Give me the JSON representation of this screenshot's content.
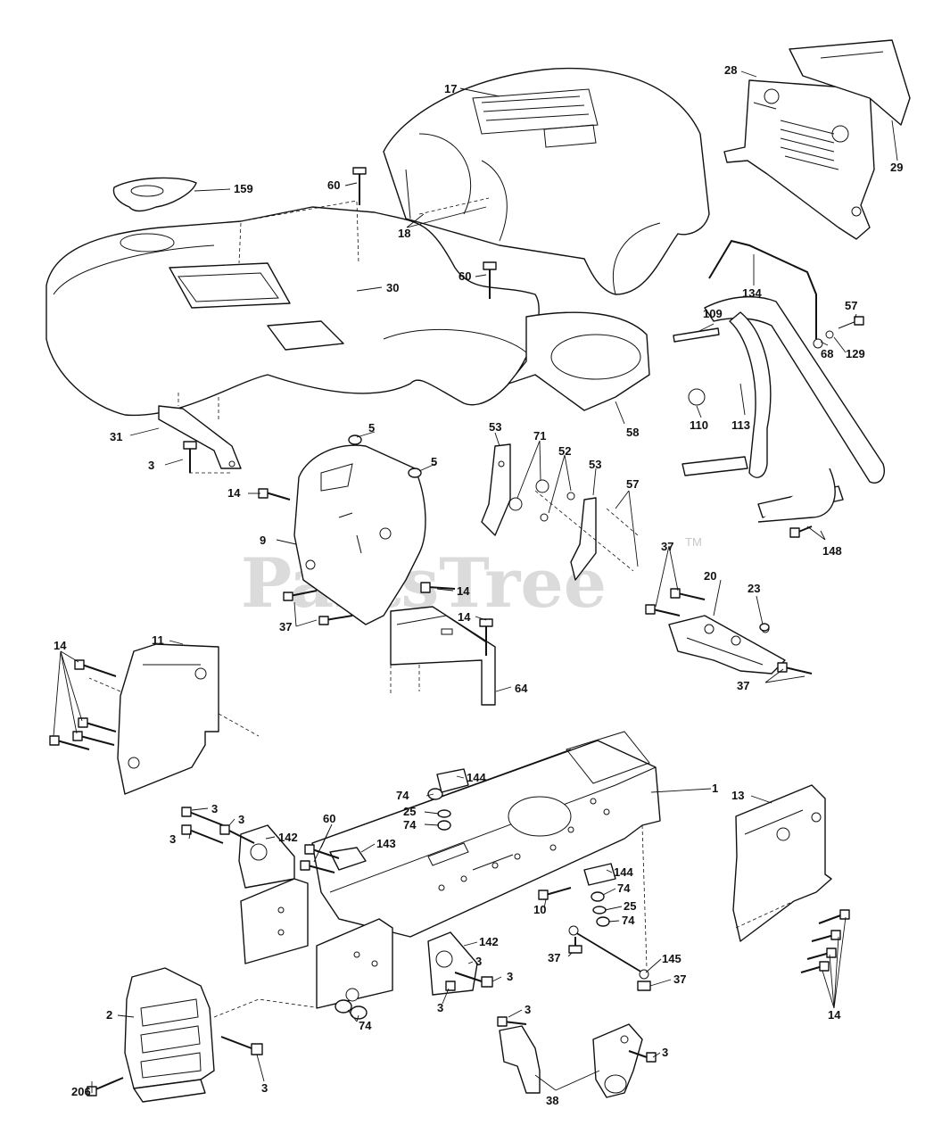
{
  "watermark": {
    "text": "PartsTree",
    "trademark": "TM"
  },
  "callouts": [
    {
      "id": "c-17",
      "label": "17"
    },
    {
      "id": "c-28",
      "label": "28"
    },
    {
      "id": "c-29",
      "label": "29"
    },
    {
      "id": "c-159",
      "label": "159"
    },
    {
      "id": "c-60a",
      "label": "60"
    },
    {
      "id": "c-18",
      "label": "18"
    },
    {
      "id": "c-30",
      "label": "30"
    },
    {
      "id": "c-60b",
      "label": "60"
    },
    {
      "id": "c-134",
      "label": "134"
    },
    {
      "id": "c-57a",
      "label": "57"
    },
    {
      "id": "c-109",
      "label": "109"
    },
    {
      "id": "c-68",
      "label": "68"
    },
    {
      "id": "c-129",
      "label": "129"
    },
    {
      "id": "c-110",
      "label": "110"
    },
    {
      "id": "c-113",
      "label": "113"
    },
    {
      "id": "c-58",
      "label": "58"
    },
    {
      "id": "c-31",
      "label": "31"
    },
    {
      "id": "c-5a",
      "label": "5"
    },
    {
      "id": "c-5b",
      "label": "5"
    },
    {
      "id": "c-3a",
      "label": "3"
    },
    {
      "id": "c-14a",
      "label": "14"
    },
    {
      "id": "c-53a",
      "label": "53"
    },
    {
      "id": "c-71",
      "label": "71"
    },
    {
      "id": "c-52",
      "label": "52"
    },
    {
      "id": "c-53b",
      "label": "53"
    },
    {
      "id": "c-57b",
      "label": "57"
    },
    {
      "id": "c-148",
      "label": "148"
    },
    {
      "id": "c-9",
      "label": "9"
    },
    {
      "id": "c-14b",
      "label": "14"
    },
    {
      "id": "c-37a",
      "label": "37"
    },
    {
      "id": "c-14c",
      "label": "14"
    },
    {
      "id": "c-64",
      "label": "64"
    },
    {
      "id": "c-37b",
      "label": "37"
    },
    {
      "id": "c-20",
      "label": "20"
    },
    {
      "id": "c-23",
      "label": "23"
    },
    {
      "id": "c-37c",
      "label": "37"
    },
    {
      "id": "c-11",
      "label": "11"
    },
    {
      "id": "c-14d",
      "label": "14"
    },
    {
      "id": "c-1",
      "label": "1"
    },
    {
      "id": "c-144a",
      "label": "144"
    },
    {
      "id": "c-74a",
      "label": "74"
    },
    {
      "id": "c-25a",
      "label": "25"
    },
    {
      "id": "c-74b",
      "label": "74"
    },
    {
      "id": "c-13",
      "label": "13"
    },
    {
      "id": "c-3b",
      "label": "3"
    },
    {
      "id": "c-3c",
      "label": "3"
    },
    {
      "id": "c-3d",
      "label": "3"
    },
    {
      "id": "c-142a",
      "label": "142"
    },
    {
      "id": "c-60c",
      "label": "60"
    },
    {
      "id": "c-143",
      "label": "143"
    },
    {
      "id": "c-144b",
      "label": "144"
    },
    {
      "id": "c-74c",
      "label": "74"
    },
    {
      "id": "c-10",
      "label": "10"
    },
    {
      "id": "c-25b",
      "label": "25"
    },
    {
      "id": "c-74d",
      "label": "74"
    },
    {
      "id": "c-142b",
      "label": "142"
    },
    {
      "id": "c-3e",
      "label": "3"
    },
    {
      "id": "c-37d",
      "label": "37"
    },
    {
      "id": "c-145",
      "label": "145"
    },
    {
      "id": "c-3f",
      "label": "3"
    },
    {
      "id": "c-37e",
      "label": "37"
    },
    {
      "id": "c-3g",
      "label": "3"
    },
    {
      "id": "c-74e",
      "label": "74"
    },
    {
      "id": "c-14e",
      "label": "14"
    },
    {
      "id": "c-2",
      "label": "2"
    },
    {
      "id": "c-3h",
      "label": "3"
    },
    {
      "id": "c-3i",
      "label": "3"
    },
    {
      "id": "c-3j",
      "label": "3"
    },
    {
      "id": "c-206",
      "label": "206"
    },
    {
      "id": "c-38",
      "label": "38"
    }
  ]
}
